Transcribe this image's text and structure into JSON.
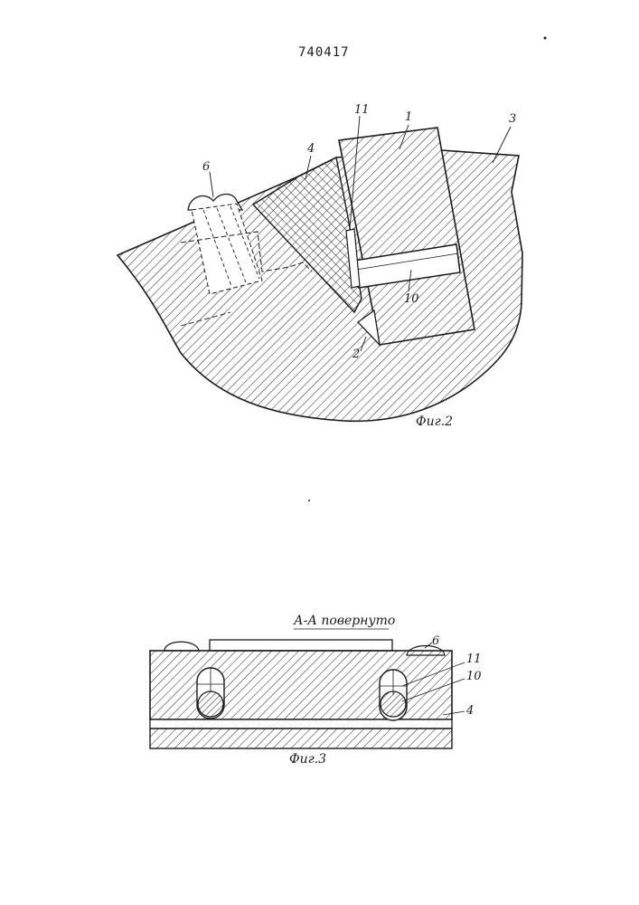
{
  "document": {
    "number": "740417"
  },
  "figure2": {
    "caption": "Фиг.2",
    "labels": {
      "p1": "1",
      "p2": "2",
      "p3": "3",
      "p4": "4",
      "p6": "6",
      "p10": "10",
      "p11": "11"
    }
  },
  "figure3": {
    "section_title": "А-А повернуто",
    "caption": "Фиг.3",
    "labels": {
      "p4": "4",
      "p6": "6",
      "p10": "10",
      "p11": "11"
    }
  }
}
